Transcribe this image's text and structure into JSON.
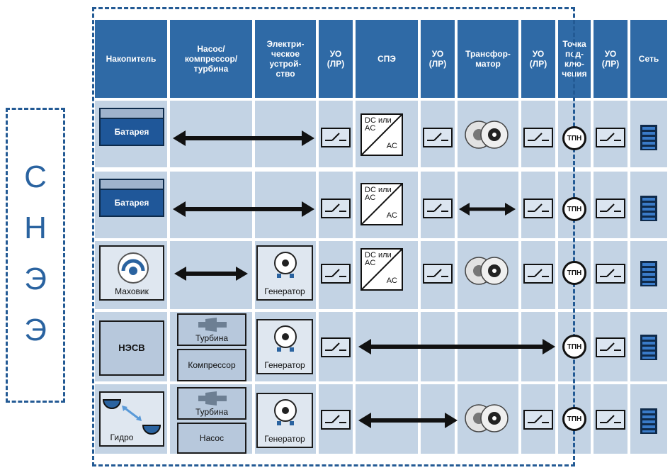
{
  "side_label": [
    "С",
    "Н",
    "Э",
    "Э"
  ],
  "headers": {
    "storage": "Накопитель",
    "pump": "Насос/ компрессор/ турбина",
    "electric": "Электри-ческое устрой-ство",
    "uo1": "УО (ЛР)",
    "spe": "СПЭ",
    "uo2": "УО (ЛР)",
    "transformer": "Трансфор-матор",
    "uo3": "УО (ЛР)",
    "point": "Точка под-клю-чения",
    "uo4": "УО (ЛР)",
    "grid": "Сеть"
  },
  "labels": {
    "battery": "Батарея",
    "flywheel": "Маховик",
    "generator": "Генератор",
    "nesv": "НЭСВ",
    "turbine": "Турбина",
    "compressor": "Компрессор",
    "hydro": "Гидро",
    "pump": "Насос",
    "dc_ac_top": "DC или AC",
    "dc_ac_bottom": "AC",
    "tpn": "ТПН"
  },
  "colors": {
    "header": "#2f6aa6",
    "cell": "#c3d3e4",
    "dash": "#235a94",
    "battery": "#1f5799"
  }
}
